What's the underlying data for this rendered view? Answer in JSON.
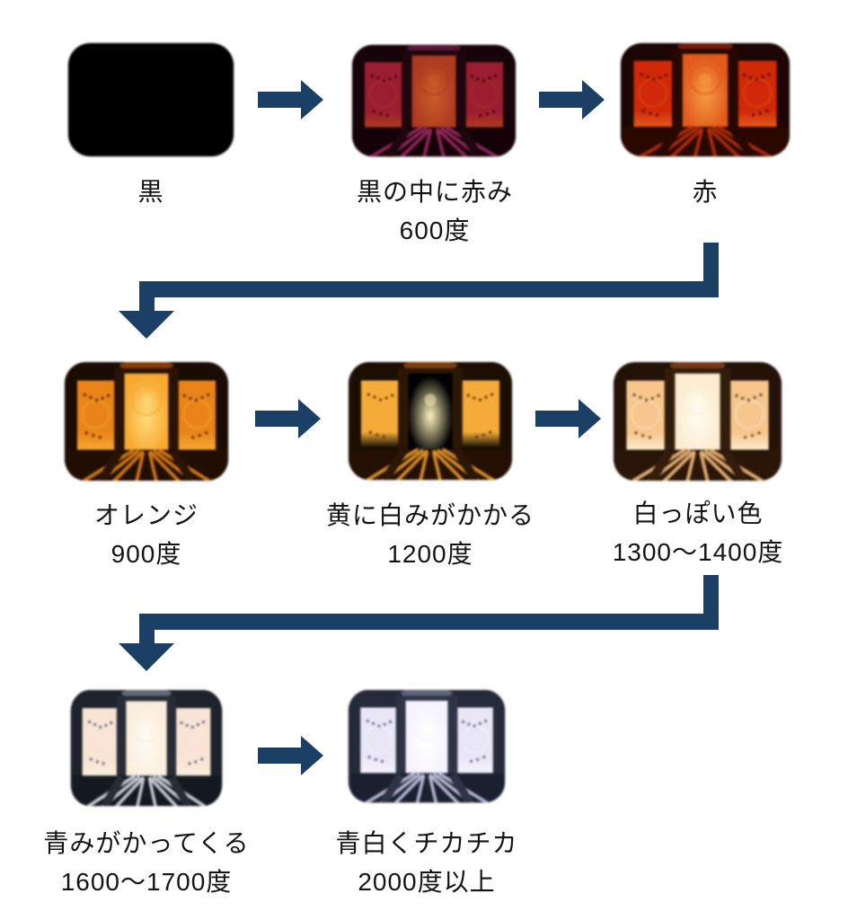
{
  "diagram": {
    "subject": "kiln-firing-color-stages",
    "arrow_color": "#1c3f66",
    "text_color": "#141414",
    "background": "#ffffff"
  },
  "flow": {
    "stages": [
      {
        "name": "black",
        "label": "黒",
        "temp": "",
        "solid": true,
        "colors": {
          "bg": "#000000",
          "frame": "#000000",
          "side": "#000000",
          "center": "#000000",
          "glow": "#000000",
          "floor": "#000000",
          "rail": "#000000",
          "dots": "#000000",
          "topAccent": "#000000"
        }
      },
      {
        "name": "red-in-black",
        "label": "黒の中に赤み",
        "temp": "600度",
        "solid": false,
        "colors": {
          "bg": "#150409",
          "frame": "#1d060d",
          "side": "#9c1c30",
          "center": "#ae3a20",
          "glow": "#c85e2a",
          "floor": "#150208",
          "rail": "#93275d",
          "dots": "#33050f",
          "topAccent": "#8a2a5a"
        }
      },
      {
        "name": "red",
        "label": "赤",
        "temp": "",
        "solid": false,
        "colors": {
          "bg": "#1c0502",
          "frame": "#270800",
          "side": "#d02808",
          "center": "#e25a1c",
          "glow": "#f49c44",
          "floor": "#2a0800",
          "rail": "#b02c0c",
          "dots": "#4e0d03",
          "topAccent": "#c03018"
        }
      },
      {
        "name": "orange",
        "label": "オレンジ",
        "temp": "900度",
        "solid": false,
        "colors": {
          "bg": "#1a0c02",
          "frame": "#2a1204",
          "side": "#ea8418",
          "center": "#f7a930",
          "glow": "#ffdc7c",
          "floor": "#200e02",
          "rail": "#d87916",
          "dots": "#53270a",
          "topAccent": "#e06a10"
        }
      },
      {
        "name": "yellow-whitening",
        "label": "黄に白みがかかる",
        "temp": "1200度",
        "solid": false,
        "colors": {
          "bg": "#1c0e02",
          "frame": "#2c1604",
          "side": "#f4ab3a",
          "center": "#ffd express25e",
          "glow": "#fff2bb",
          "floor": "#241002",
          "rail": "#dd9028",
          "dots": "#63340c",
          "topAccent": "#d2661a"
        }
      },
      {
        "name": "whitish",
        "label": "白っぽい色",
        "temp": "1300〜1400度",
        "solid": false,
        "colors": {
          "bg": "#241206",
          "frame": "#321c0b",
          "side": "#f6c68c",
          "center": "#fcecd0",
          "glow": "#fffcf0",
          "floor": "#2a1608",
          "rail": "#e9b276",
          "dots": "#70431f",
          "topAccent": "#c05a28"
        }
      },
      {
        "name": "bluish",
        "label": "青みがかってくる",
        "temp": "1600〜1700度",
        "solid": false,
        "colors": {
          "bg": "#1e222b",
          "frame": "#272c36",
          "side": "#f8e3d4",
          "center": "#fbeedd",
          "glow": "#fffaf2",
          "floor": "#141820",
          "rail": "#ccd2dc",
          "dots": "#57606e",
          "topAccent": "#9aa4b4"
        }
      },
      {
        "name": "blue-white-flicker",
        "label": "青白くチカチカ",
        "temp": "2000度以上",
        "solid": false,
        "colors": {
          "bg": "#252a3a",
          "frame": "#2e3445",
          "side": "#e9e6f6",
          "center": "#f5f3fe",
          "glow": "#ffffff",
          "floor": "#1b2030",
          "rail": "#b9bed8",
          "dots": "#5a6078",
          "topAccent": "#8e96b8"
        }
      }
    ]
  }
}
